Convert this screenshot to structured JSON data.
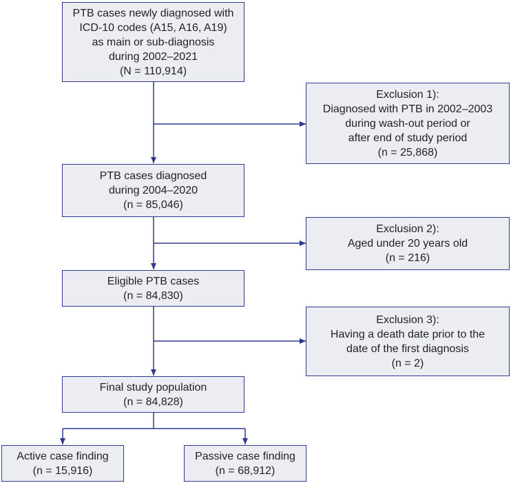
{
  "boxes": {
    "initial": {
      "lines": [
        "PTB cases newly diagnosed with",
        "ICD-10 codes (A15, A16, A19)",
        "as main or sub-diagnosis",
        "during 2002–2021",
        "(N = 110,914)"
      ]
    },
    "exclusion1": {
      "lines": [
        "Exclusion 1):",
        "Diagnosed with PTB in 2002–2003",
        "during wash-out period or",
        "after end of study period",
        "(n = 25,868)"
      ]
    },
    "diagnosed": {
      "lines": [
        "PTB cases diagnosed",
        "during 2004–2020",
        "(n = 85,046)"
      ]
    },
    "exclusion2": {
      "lines": [
        "Exclusion 2):",
        "Aged under 20 years old",
        "(n = 216)"
      ]
    },
    "eligible": {
      "lines": [
        "Eligible PTB cases",
        "(n = 84,830)"
      ]
    },
    "exclusion3": {
      "lines": [
        "Exclusion 3):",
        "Having a death date prior to the",
        "date of the first diagnosis",
        "(n = 2)"
      ]
    },
    "final": {
      "lines": [
        "Final study population",
        "(n = 84,828)"
      ]
    },
    "active": {
      "lines": [
        "Active case finding",
        "(n = 15,916)"
      ]
    },
    "passive": {
      "lines": [
        "Passive case finding",
        "(n = 68,912)"
      ]
    }
  },
  "colors": {
    "stroke": "#2b3990",
    "fill": "#ecedf3",
    "text": "#231f20"
  }
}
